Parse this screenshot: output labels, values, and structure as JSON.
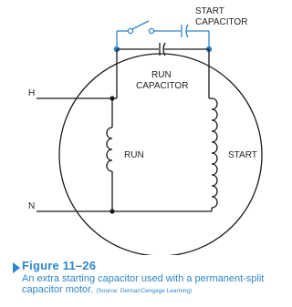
{
  "diagram": {
    "labels": {
      "start_capacitor": [
        "START",
        "CAPACITOR"
      ],
      "run_capacitor": [
        "RUN",
        "CAPACITOR"
      ],
      "line_h": "H",
      "line_n": "N",
      "run_winding": "RUN",
      "start_winding": "START"
    },
    "colors": {
      "wire": "#1a1a1a",
      "added_circuit": "#2f86c8"
    }
  },
  "caption": {
    "figure_number": "Figure 11–26",
    "text": "An extra starting capacitor used with a permanent-split capacitor motor.",
    "source": "(Source: Delmar/Cengage Learning)",
    "color": "#2f86c8"
  }
}
